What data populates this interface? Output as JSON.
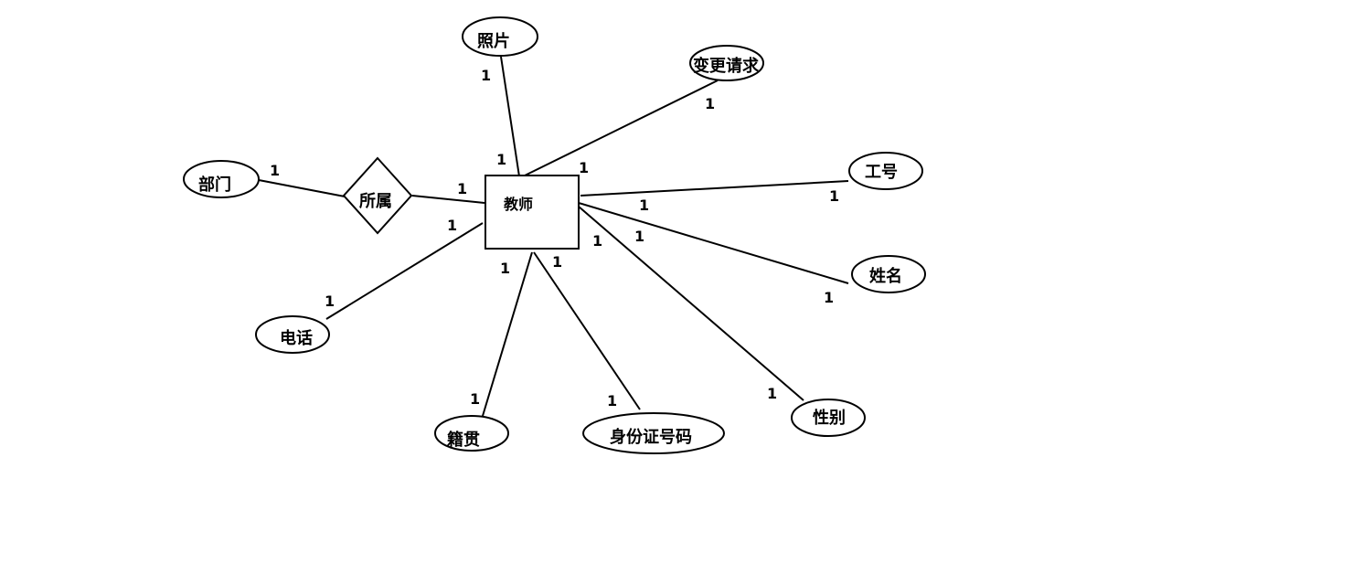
{
  "entity": {
    "label": "教师"
  },
  "relationship": {
    "label": "所属"
  },
  "related_entity": {
    "label": "部门"
  },
  "attributes": {
    "photo": "照片",
    "change_request": "变更请求",
    "job_number": "工号",
    "name": "姓名",
    "gender": "性别",
    "id_number": "身份证号码",
    "native_place": "籍贯",
    "phone": "电话"
  },
  "cardinality": "1"
}
